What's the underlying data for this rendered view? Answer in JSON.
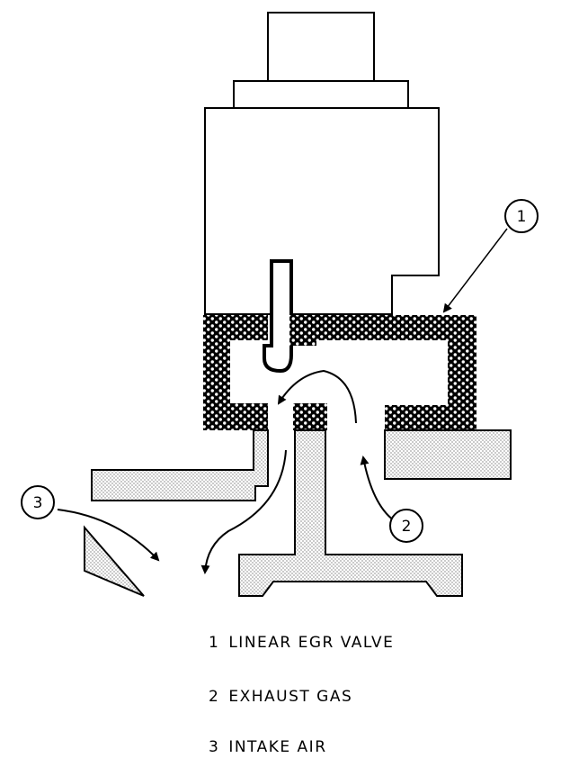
{
  "callouts": [
    {
      "number": "1",
      "label": "LINEAR EGR VALVE"
    },
    {
      "number": "2",
      "label": "EXHAUST GAS"
    },
    {
      "number": "3",
      "label": "INTAKE AIR"
    }
  ],
  "colors": {
    "ink": "#000000",
    "background": "#ffffff"
  }
}
